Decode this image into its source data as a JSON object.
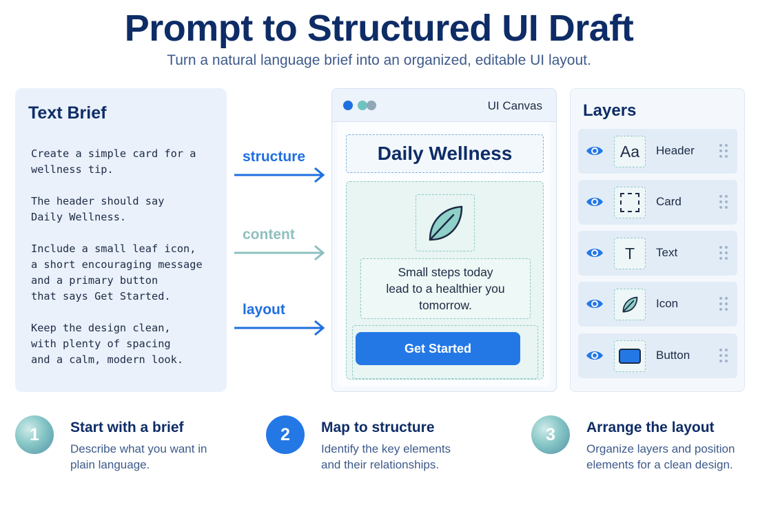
{
  "header": {
    "title": "Prompt to Structured UI Draft",
    "subtitle": "Turn a natural language brief into an organized, editable UI layout."
  },
  "brief": {
    "title": "Text Brief",
    "paragraphs": [
      "Create a simple card for a\nwellness tip.",
      "The header should say\nDaily Wellness.",
      "Include a small leaf icon,\na short encouraging message\nand a primary button\nthat says Get Started.",
      "Keep the design clean,\nwith plenty of spacing\nand a calm, modern look."
    ]
  },
  "arrows": {
    "structure": "structure",
    "content": "content",
    "layout": "layout"
  },
  "canvas": {
    "title": "UI Canvas",
    "header_text": "Daily Wellness",
    "message": "Small steps today\nlead to a healthier you\ntomorrow.",
    "button_label": "Get Started",
    "colors": {
      "primary": "#2478e6",
      "card_bg": "#e8f5f3",
      "leaf": "#8fd0c8"
    }
  },
  "layers": {
    "title": "Layers",
    "items": [
      {
        "label": "Header",
        "thumb": "Aa",
        "icon": "text-style-icon"
      },
      {
        "label": "Card",
        "thumb": "",
        "icon": "frame-icon"
      },
      {
        "label": "Text",
        "thumb": "T",
        "icon": "text-icon"
      },
      {
        "label": "Icon",
        "thumb": "",
        "icon": "leaf-icon"
      },
      {
        "label": "Button",
        "thumb": "",
        "icon": "button-shape-icon"
      }
    ]
  },
  "steps": [
    {
      "num": "1",
      "title": "Start with a brief",
      "desc": "Describe what you want in plain language."
    },
    {
      "num": "2",
      "title": "Map to structure",
      "desc": "Identify the key elements and their relationships."
    },
    {
      "num": "3",
      "title": "Arrange the layout",
      "desc": "Organize layers and position elements for a clean design."
    }
  ]
}
